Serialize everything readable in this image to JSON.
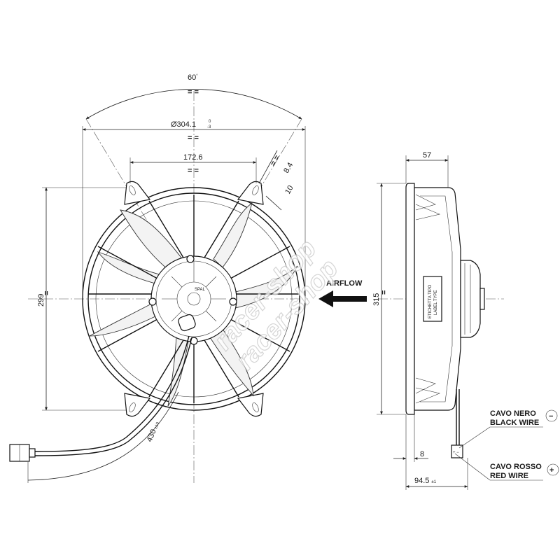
{
  "dimensions": {
    "angle": "60",
    "angle_sup": "°",
    "diameter": "Ø304.1",
    "diameter_tol_top": "0",
    "diameter_tol_bottom": "-3",
    "mount_spacing": "172.6",
    "slot_width": "8.4",
    "slot_length": "10",
    "height_front": "299",
    "height_side": "315",
    "depth": "57",
    "flange": "8",
    "overall_depth": "94.5",
    "overall_depth_tol": "±1",
    "cable_length": "430",
    "cable_length_tol": "±10"
  },
  "airflow_label": "AIRFLOW",
  "wires": {
    "black_it": "CAVO NERO",
    "black_en": "BLACK WIRE",
    "black_symbol": "−",
    "red_it": "CAVO ROSSO",
    "red_en": "RED WIRE",
    "red_symbol": "+"
  },
  "label_plate": {
    "line1": "ETICHETTA TIPO",
    "line2": "LABEL TYPE"
  },
  "hub_logo": "SPAL",
  "watermark": {
    "line1": "racer-shop",
    "line2": "racer-shop"
  },
  "colors": {
    "line": "#111111",
    "watermark": "#c8c8c8"
  }
}
